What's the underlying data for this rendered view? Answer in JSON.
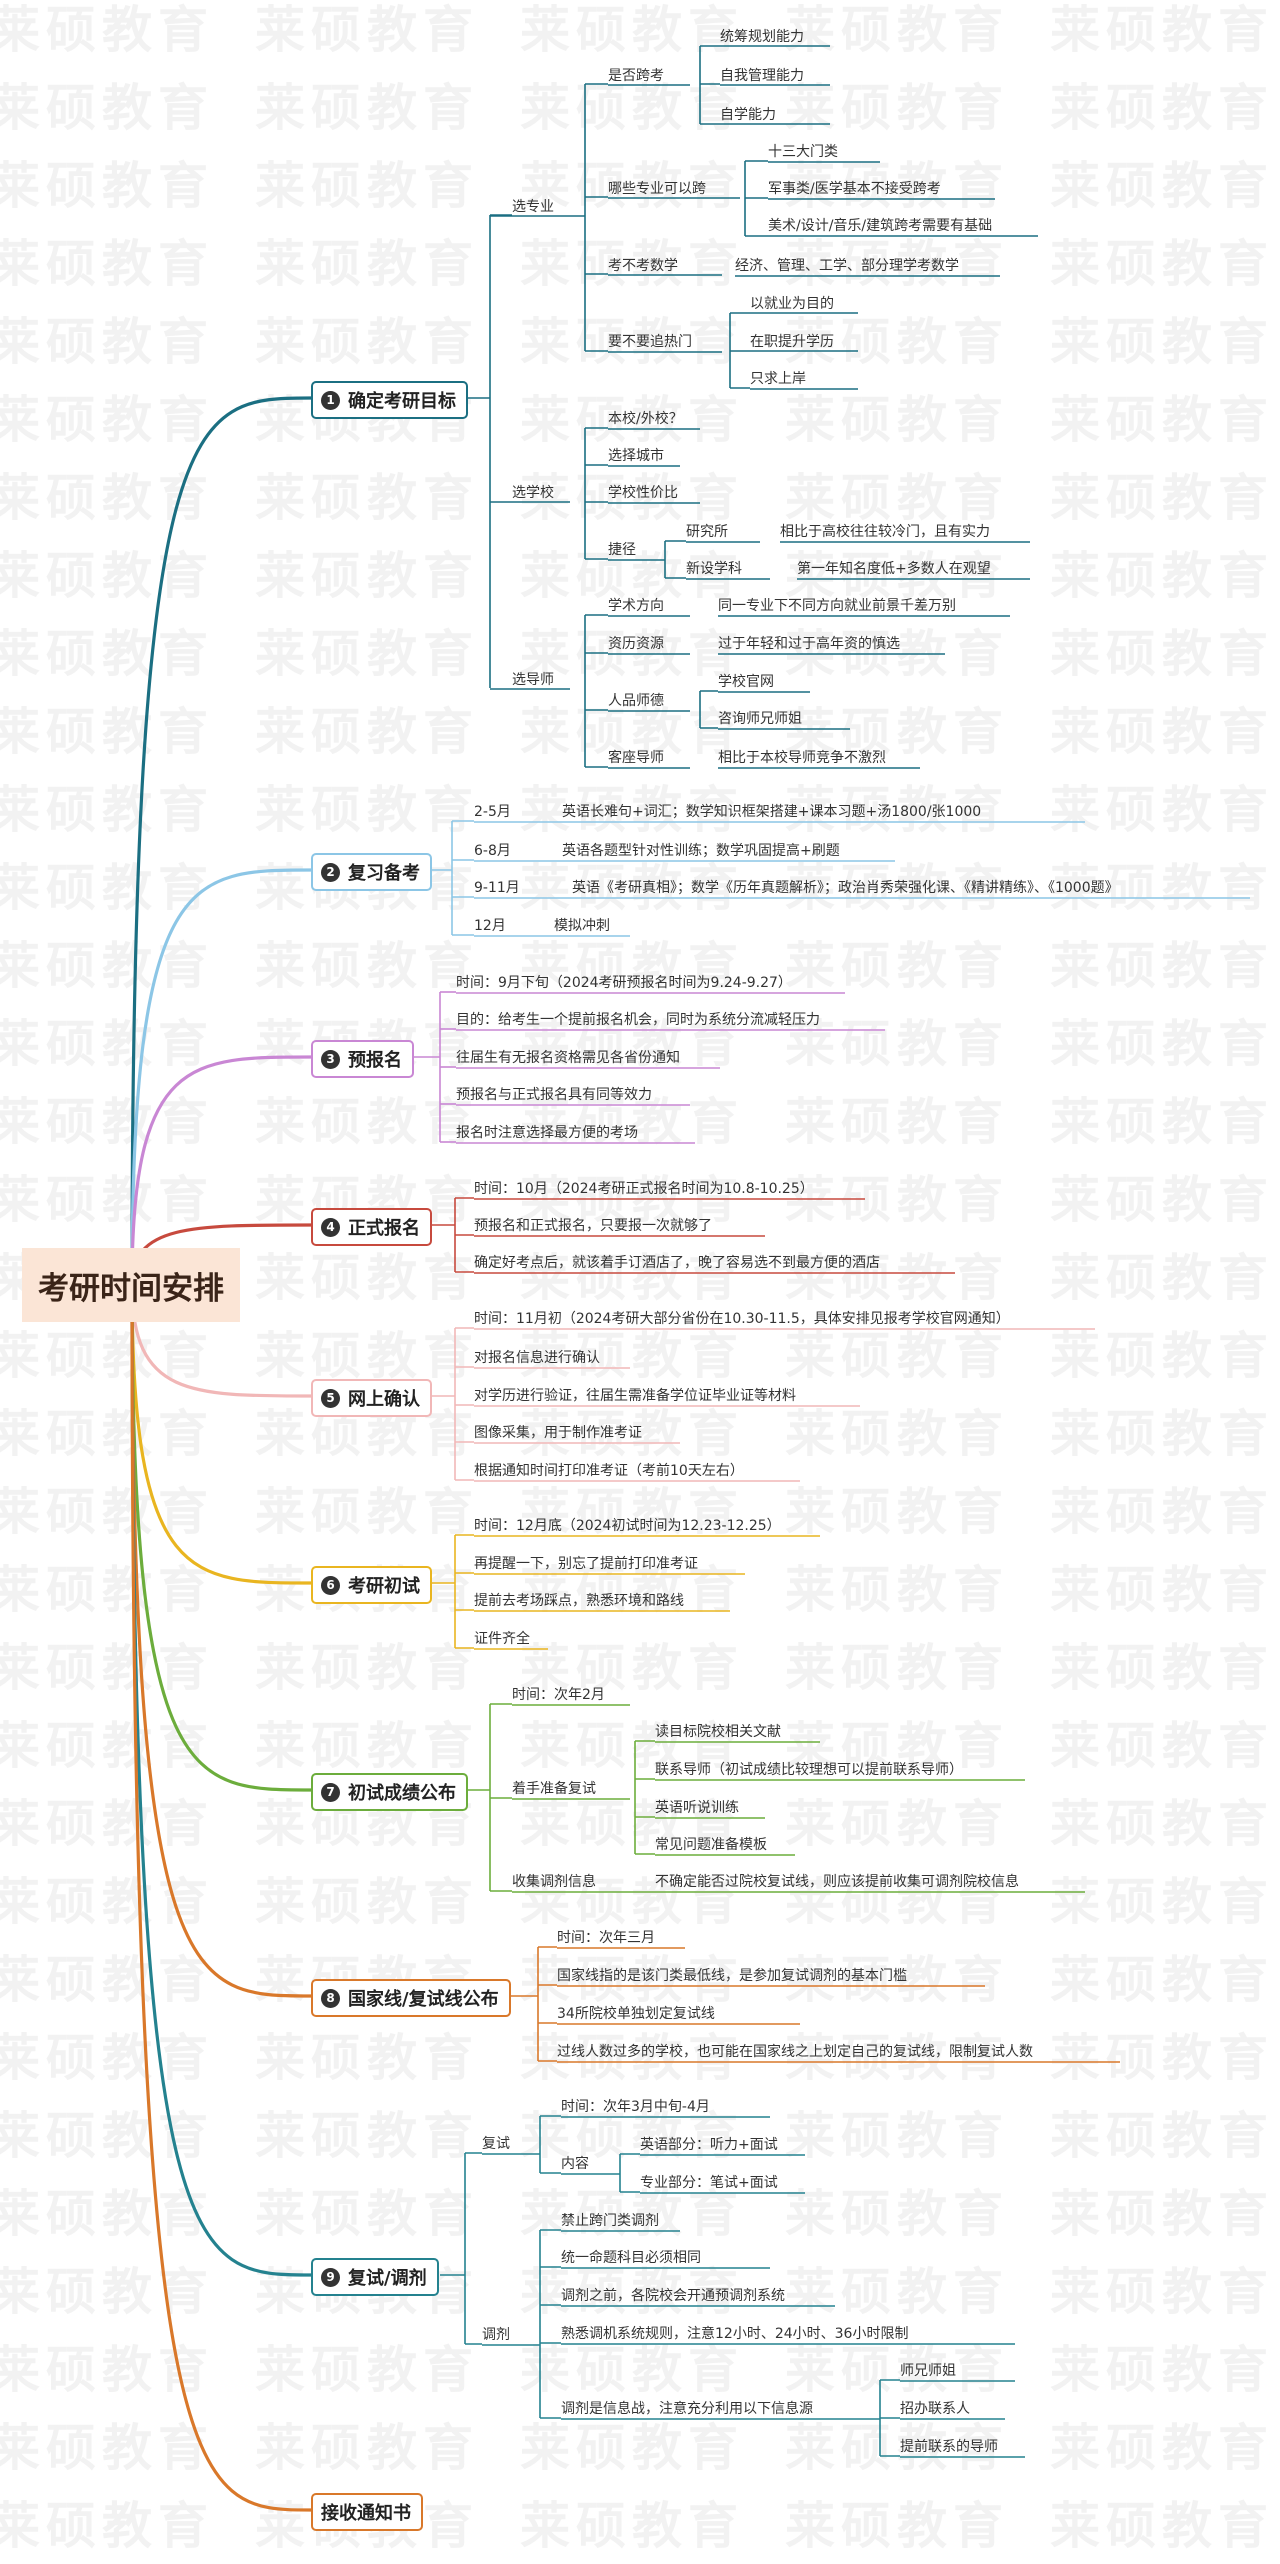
{
  "watermark": "莱硕教育",
  "root": "考研时间安排",
  "sections": [
    {
      "num": "1",
      "title": "确定考研目标",
      "color": "#1b6f82"
    },
    {
      "num": "2",
      "title": "复习备考",
      "color": "#8cc6e6"
    },
    {
      "num": "3",
      "title": "预报名",
      "color": "#c987d4"
    },
    {
      "num": "4",
      "title": "正式报名",
      "color": "#c74a3e"
    },
    {
      "num": "5",
      "title": "网上确认",
      "color": "#f1b7b7"
    },
    {
      "num": "6",
      "title": "考研初试",
      "color": "#e9b520"
    },
    {
      "num": "7",
      "title": "初试成绩公布",
      "color": "#6cad3c"
    },
    {
      "num": "8",
      "title": "国家线/复试线公布",
      "color": "#d9782a"
    },
    {
      "num": "9",
      "title": "复试/调剂",
      "color": "#24828f"
    },
    {
      "num": "",
      "title": "接收通知书",
      "color": "#d9782a"
    }
  ],
  "s1": {
    "zhuanye": "选专业",
    "kuakao": "是否跨考",
    "kuakao_items": [
      "统筹规划能力",
      "自我管理能力",
      "自学能力"
    ],
    "nakuai": "哪些专业可以跨",
    "nakuai_items": [
      "十三大门类",
      "军事类/医学基本不接受跨考",
      "美术/设计/音乐/建筑跨考需要有基础"
    ],
    "shuxue": "考不考数学",
    "shuxue_val": "经济、管理、工学、部分理学考数学",
    "remen": "要不要追热门",
    "remen_items": [
      "以就业为目的",
      "在职提升学历",
      "只求上岸"
    ],
    "xuexiao": "选学校",
    "xuexiao_items": [
      "本校/外校？",
      "选择城市",
      "学校性价比"
    ],
    "jiejing": "捷径",
    "yjs": "研究所",
    "yjs_val": "相比于高校往往较冷门，且有实力",
    "xsxk": "新设学科",
    "xsxk_val": "第一年知名度低+多数人在观望",
    "daoshi": "选导师",
    "xsfx": "学术方向",
    "xsfx_val": "同一专业下不同方向就业前景千差万别",
    "zlzy": "资历资源",
    "zlzy_val": "过于年轻和过于高年资的慎选",
    "rpsd": "人品师德",
    "rpsd_items": [
      "学校官网",
      "咨询师兄师姐"
    ],
    "kzds": "客座导师",
    "kzds_val": "相比于本校导师竞争不激烈"
  },
  "s2": [
    {
      "k": "2-5月",
      "v": "英语长难句+词汇；数学知识框架搭建+课本习题+汤1800/张1000"
    },
    {
      "k": "6-8月",
      "v": "英语各题型针对性训练；数学巩固提高+刷题"
    },
    {
      "k": "9-11月",
      "v": "英语《考研真相》；数学《历年真题解析》；政治肖秀荣强化课、《精讲精练》、《1000题》"
    },
    {
      "k": "12月",
      "v": "模拟冲刺"
    }
  ],
  "s3": [
    "时间：9月下旬（2024考研预报名时间为9.24-9.27）",
    "目的：给考生一个提前报名机会，同时为系统分流减轻压力",
    "往届生有无报名资格需见各省份通知",
    "预报名与正式报名具有同等效力",
    "报名时注意选择最方便的考场"
  ],
  "s4": [
    "时间：10月（2024考研正式报名时间为10.8-10.25）",
    "预报名和正式报名，只要报一次就够了",
    "确定好考点后，就该着手订酒店了，晚了容易选不到最方便的酒店"
  ],
  "s5": [
    "时间：11月初（2024考研大部分省份在10.30-11.5，具体安排见报考学校官网通知）",
    "对报名信息进行确认",
    "对学历进行验证，往届生需准备学位证毕业证等材料",
    "图像采集，用于制作准考证",
    "根据通知时间打印准考证（考前10天左右）"
  ],
  "s6": [
    "时间：12月底（2024初试时间为12.23-12.25）",
    "再提醒一下，别忘了提前打印准考证",
    "提前去考场踩点，熟悉环境和路线",
    "证件齐全"
  ],
  "s7": {
    "time": "时间：次年2月",
    "prep": "着手准备复试",
    "prep_items": [
      "读目标院校相关文献",
      "联系导师（初试成绩比较理想可以提前联系导师）",
      "英语听说训练",
      "常见问题准备模板"
    ],
    "collect": "收集调剂信息",
    "collect_val": "不确定能否过院校复试线，则应该提前收集可调剂院校信息"
  },
  "s8": [
    "时间：次年三月",
    "国家线指的是该门类最低线，是参加复试调剂的基本门槛",
    "34所院校单独划定复试线",
    "过线人数过多的学校，也可能在国家线之上划定自己的复试线，限制复试人数"
  ],
  "s9": {
    "fushi": "复试",
    "fs_time": "时间：次年3月中旬-4月",
    "neirong": "内容",
    "nr_items": [
      "英语部分：听力+面试",
      "专业部分：笔试+面试"
    ],
    "tiaoji": "调剂",
    "tj_items": [
      "禁止跨门类调剂",
      "统一命题科目必须相同",
      "调剂之前，各院校会开通预调剂系统",
      "熟悉调机系统规则，注意12小时、24小时、36小时限制"
    ],
    "tj_info": "调剂是信息战，注意充分利用以下信息源",
    "info_items": [
      "师兄师姐",
      "招办联系人",
      "提前联系的导师"
    ]
  }
}
